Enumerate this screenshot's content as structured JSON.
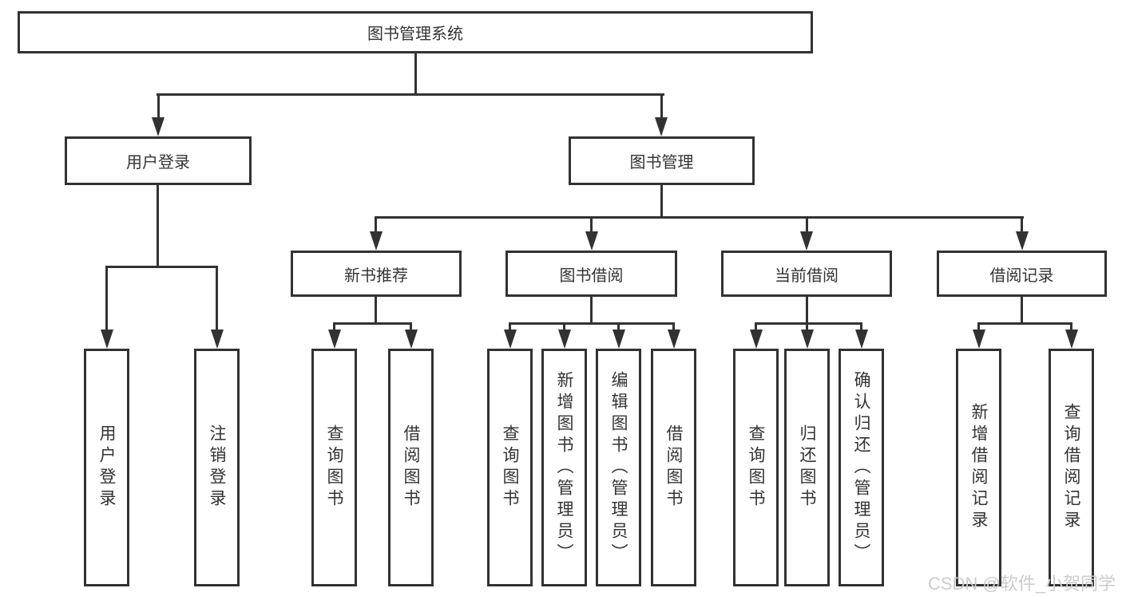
{
  "tree": {
    "label": "图书管理系统",
    "children": [
      {
        "label": "用户登录",
        "children": [
          {
            "label": "用户登录"
          },
          {
            "label": "注销登录"
          }
        ]
      },
      {
        "label": "图书管理",
        "children": [
          {
            "label": "新书推荐",
            "children": [
              {
                "label": "查询图书"
              },
              {
                "label": "借阅图书"
              }
            ]
          },
          {
            "label": "图书借阅",
            "children": [
              {
                "label": "查询图书"
              },
              {
                "label": "新增图书（管理员）"
              },
              {
                "label": "编辑图书（管理员）"
              },
              {
                "label": "借阅图书"
              }
            ]
          },
          {
            "label": "当前借阅",
            "children": [
              {
                "label": "查询图书"
              },
              {
                "label": "归还图书"
              },
              {
                "label": "确认归还（管理员）"
              }
            ]
          },
          {
            "label": "借阅记录",
            "children": [
              {
                "label": "新增借阅记录"
              },
              {
                "label": "查询借阅记录"
              }
            ]
          }
        ]
      }
    ]
  },
  "watermark": {
    "text": "CSDN @软件_小贺同学"
  },
  "colors": {
    "line": "#323232",
    "text": "#333333",
    "watermark": "#cccccc",
    "background": "#ffffff"
  }
}
